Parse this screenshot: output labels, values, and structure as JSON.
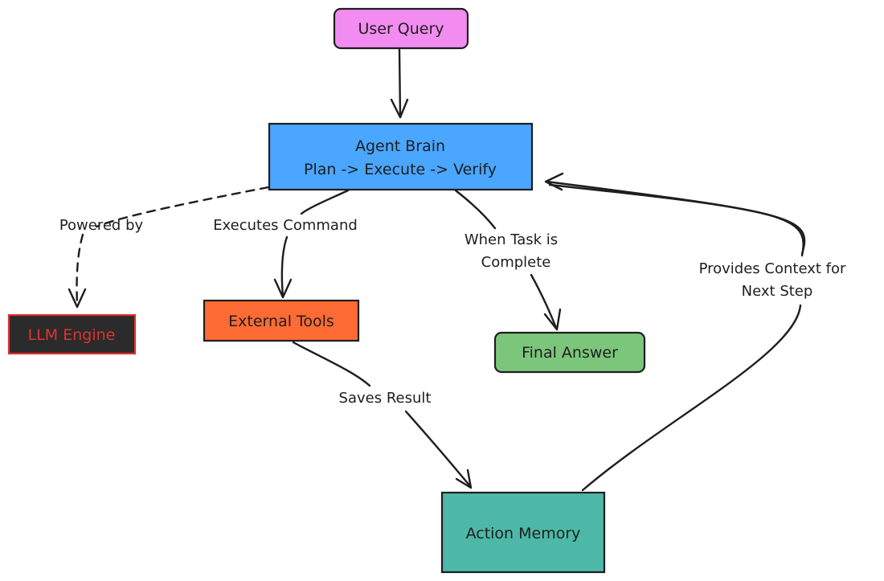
{
  "nodes": {
    "user_query": {
      "label": "User Query",
      "fill": "#f28cf0"
    },
    "agent_brain": {
      "label_line1": "Agent Brain",
      "label_line2": "Plan -> Execute -> Verify",
      "fill": "#4aa6ff"
    },
    "llm_engine": {
      "label": "LLM Engine",
      "fill": "#2b2b2b",
      "text_color": "#e03131",
      "border_color": "#e03131"
    },
    "external_tools": {
      "label": "External Tools",
      "fill": "#ff6b35"
    },
    "final_answer": {
      "label": "Final Answer",
      "fill": "#7cc67c"
    },
    "action_memory": {
      "label": "Action Memory",
      "fill": "#4db8a8"
    }
  },
  "edges": {
    "powered_by": {
      "label": "Powered by",
      "style": "dashed"
    },
    "executes_command": {
      "label": "Executes Command"
    },
    "when_task_complete": {
      "label_line1": "When Task is",
      "label_line2": "Complete"
    },
    "saves_result": {
      "label": "Saves Result"
    },
    "provides_context": {
      "label_line1": "Provides Context for",
      "label_line2": "Next Step"
    }
  }
}
